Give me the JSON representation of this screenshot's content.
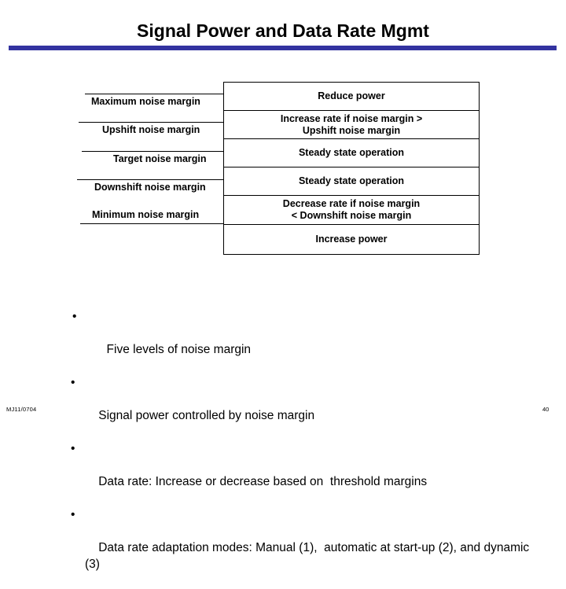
{
  "slide": {
    "title": "Signal Power and Data Rate Mgmt",
    "rule_color": "#3333a0"
  },
  "diagram": {
    "levels": [
      {
        "label": "Maximum noise margin"
      },
      {
        "label": "Upshift noise margin"
      },
      {
        "label": "Target noise margin"
      },
      {
        "label": "Downshift noise margin"
      },
      {
        "label": "Minimum noise margin"
      }
    ],
    "actions": [
      {
        "line1": "Reduce power",
        "line2": ""
      },
      {
        "line1": "Increase rate if noise margin >",
        "line2": "Upshift noise margin"
      },
      {
        "line1": "Steady state operation",
        "line2": ""
      },
      {
        "line1": "Steady state operation",
        "line2": ""
      },
      {
        "line1": "Decrease rate if noise margin",
        "line2": "< Downshift noise margin"
      },
      {
        "line1": "Increase power",
        "line2": ""
      }
    ]
  },
  "bullets": [
    {
      "marker": "•",
      "text": " Five levels of noise margin"
    },
    {
      "marker": "•",
      "text": "Signal power controlled by noise margin"
    },
    {
      "marker": "•",
      "text": "Data rate: Increase or decrease based on  threshold margins"
    },
    {
      "marker": "•",
      "text": "Data rate adaptation modes: Manual (1),  automatic at start-up (2), and dynamic (3)"
    }
  ],
  "footer": {
    "code": "MJ11/0704",
    "page": "40"
  }
}
